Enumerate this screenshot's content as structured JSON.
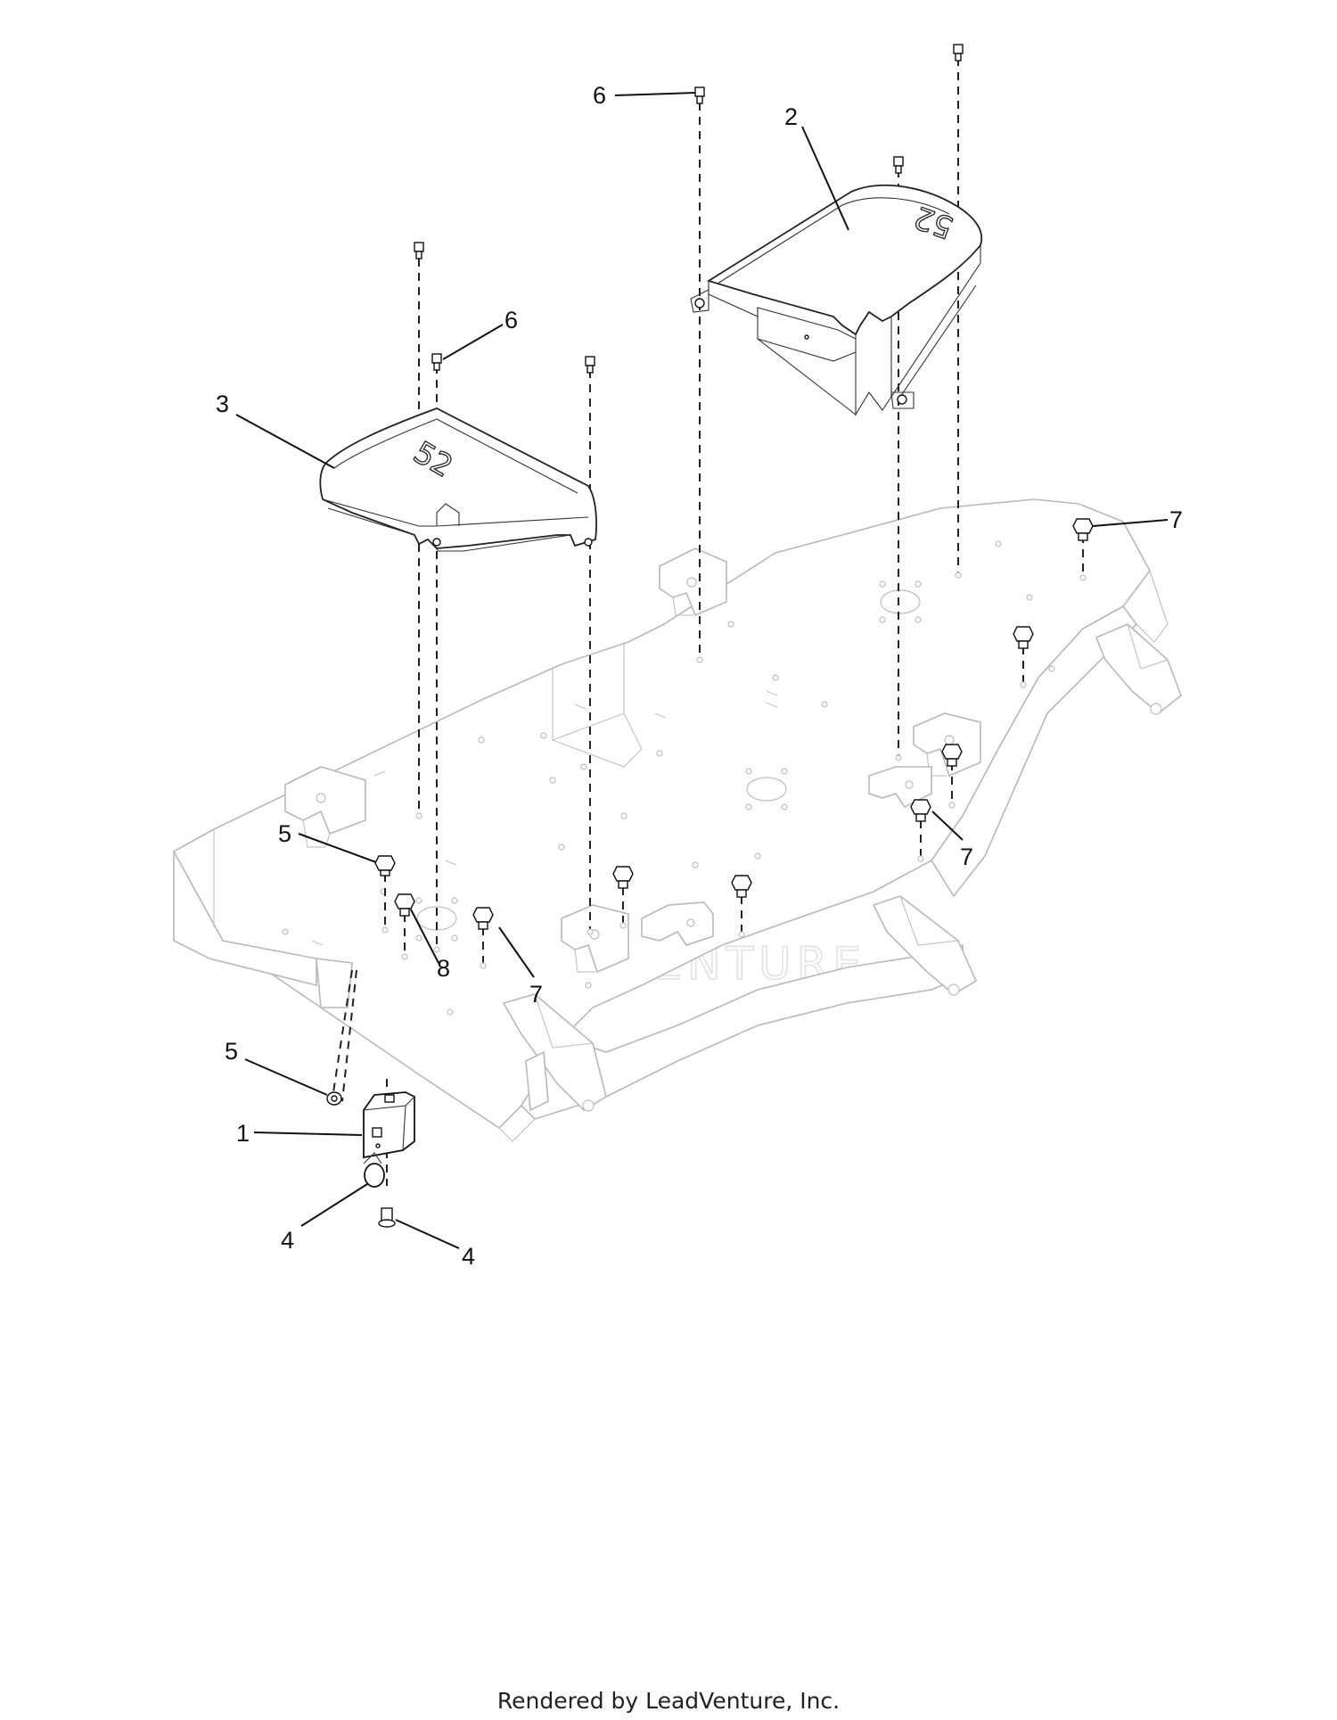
{
  "callouts": {
    "c1": "1",
    "c2": "2",
    "c3": "3",
    "c4a": "4",
    "c4b": "4",
    "c5a": "5",
    "c5b": "5",
    "c6a": "6",
    "c6b": "6",
    "c7a": "7",
    "c7b": "7",
    "c7c": "7",
    "c8": "8"
  },
  "cover_labels": {
    "left_cover": "52",
    "right_cover": "52"
  },
  "watermark": {
    "text": "LEADVENTURE"
  },
  "footer": {
    "credit": "Rendered by LeadVenture, Inc."
  }
}
